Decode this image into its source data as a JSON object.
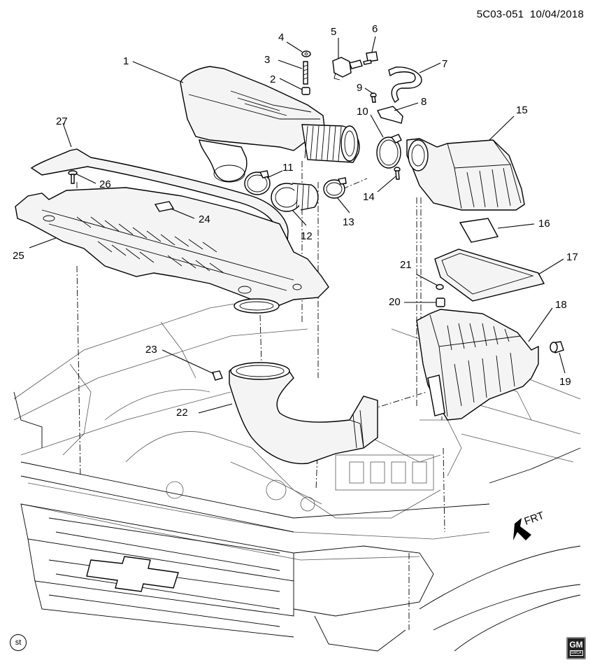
{
  "header": {
    "code": "5C03-051",
    "date": "10/04/2018"
  },
  "badges": {
    "st_label": "st",
    "gm_label": "GM",
    "gm_sub": "GMCA"
  },
  "direction": {
    "label": "FRT"
  },
  "callouts": {
    "c1": "1",
    "c2": "2",
    "c3": "3",
    "c4": "4",
    "c5": "5",
    "c6": "6",
    "c7": "7",
    "c8": "8",
    "c9": "9",
    "c10": "10",
    "c11": "11",
    "c12": "12",
    "c13": "13",
    "c14": "14",
    "c15": "15",
    "c16": "16",
    "c17": "17",
    "c18": "18",
    "c19": "19",
    "c20": "20",
    "c21": "21",
    "c22": "22",
    "c23": "23",
    "c24": "24",
    "c25": "25",
    "c26": "26",
    "c27": "27"
  }
}
